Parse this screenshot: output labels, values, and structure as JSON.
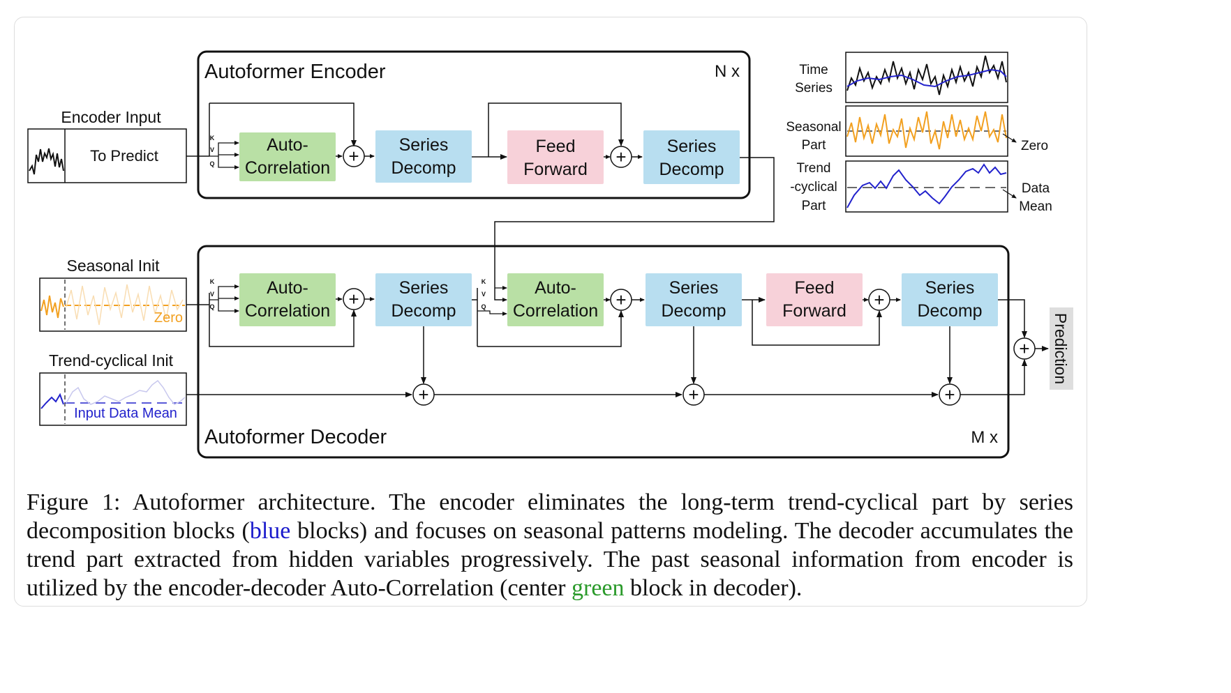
{
  "encoder": {
    "title": "Autoformer Encoder",
    "repeat": "N x",
    "input_label": "Encoder Input",
    "to_predict": "To Predict",
    "auto_correlation": [
      "Auto-",
      "Correlation"
    ],
    "series_decomp_1": [
      "Series",
      "Decomp"
    ],
    "feed_forward": [
      "Feed",
      "Forward"
    ],
    "series_decomp_2": [
      "Series",
      "Decomp"
    ]
  },
  "decoder": {
    "title": "Autoformer Decoder",
    "repeat": "M x",
    "seasonal_init": "Seasonal Init",
    "seasonal_zero": "Zero",
    "trend_init": "Trend-cyclical Init",
    "trend_mean": "Input Data Mean",
    "auto_correlation_1": [
      "Auto-",
      "Correlation"
    ],
    "series_decomp_1": [
      "Series",
      "Decomp"
    ],
    "auto_correlation_2": [
      "Auto-",
      "Correlation"
    ],
    "series_decomp_2": [
      "Series",
      "Decomp"
    ],
    "feed_forward": [
      "Feed",
      "Forward"
    ],
    "series_decomp_3": [
      "Series",
      "Decomp"
    ],
    "prediction": "Prediction"
  },
  "qkv": {
    "k": "K",
    "v": "V",
    "q": "Q"
  },
  "plus": "+",
  "legend": {
    "time_series": [
      "Time",
      "Series"
    ],
    "seasonal_part": [
      "Seasonal",
      "Part"
    ],
    "trend_part": [
      "Trend",
      "-cyclical",
      "Part"
    ],
    "zero": "Zero",
    "data_mean": [
      "Data",
      "Mean"
    ]
  },
  "caption": {
    "before_blue": "Figure 1: Autoformer architecture. The encoder eliminates the long-term trend-cyclical part by series decomposition blocks (",
    "blue": "blue",
    "after_blue": " blocks) and focuses on seasonal patterns modeling. The decoder accumulates the trend part extracted from hidden variables progressively. The past seasonal information from encoder is utilized by the encoder-decoder Auto-Correlation (center ",
    "green": "green",
    "after_green": " block in decoder)."
  },
  "colors": {
    "green_block": "#b9e0a5",
    "blue_block": "#b8def0",
    "pink_block": "#f7d1d9",
    "seasonal": "#f2a020",
    "trend": "#2222cc",
    "series": "#111111"
  }
}
